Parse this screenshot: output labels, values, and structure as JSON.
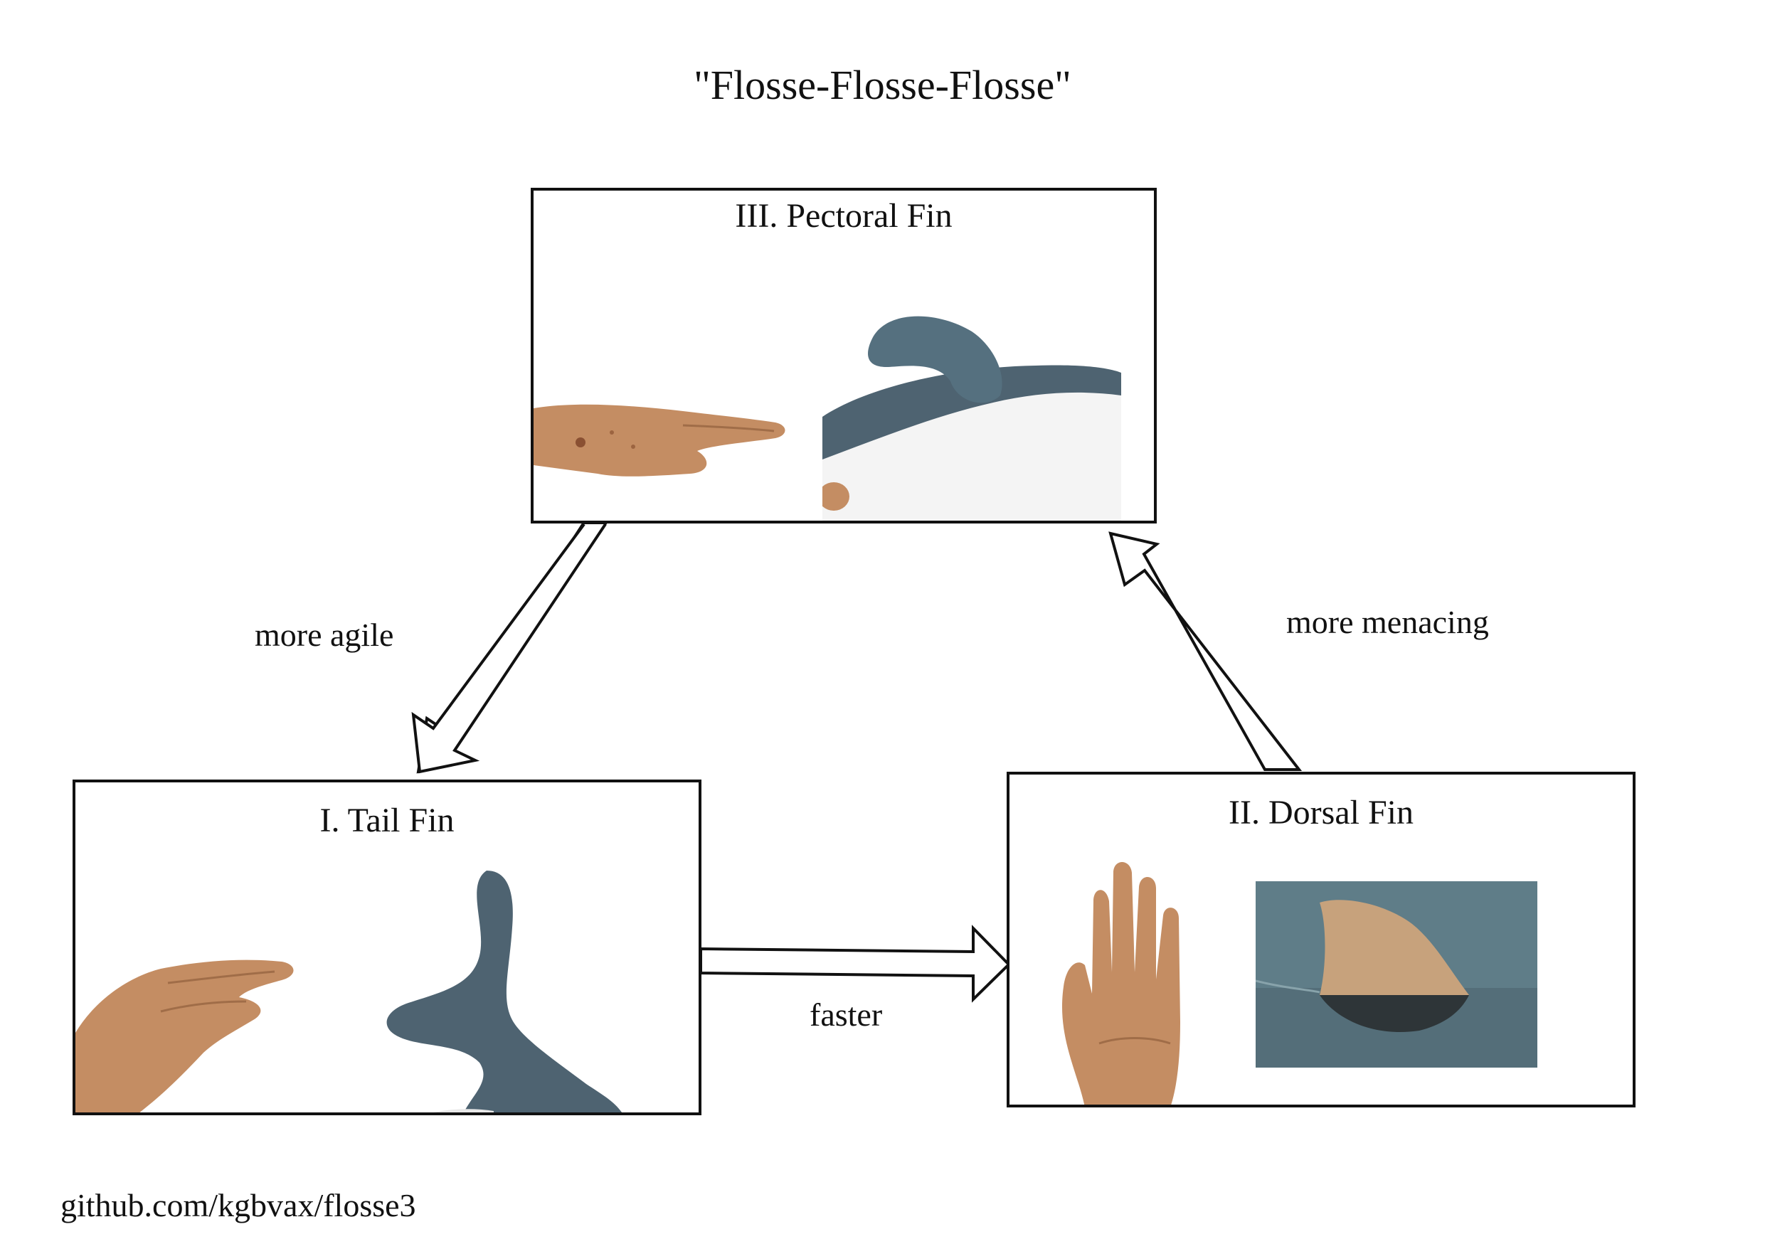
{
  "title": "\"Flosse-Flosse-Flosse\"",
  "nodes": {
    "pectoral": {
      "label": "III. Pectoral Fin"
    },
    "tail": {
      "label": "I. Tail Fin"
    },
    "dorsal": {
      "label": "II. Dorsal Fin"
    }
  },
  "edges": {
    "pectoral_to_tail": {
      "label": "more agile"
    },
    "tail_to_dorsal": {
      "label": "faster"
    },
    "dorsal_to_pectoral": {
      "label": "more menacing"
    }
  },
  "footer": "github.com/kgbvax/flosse3",
  "colors": {
    "plush_body": "#4e6371",
    "plush_belly": "#f4f4f4",
    "skin": "#c48d63",
    "water": "#5f7d88",
    "shark_fin": "#c7a27c"
  }
}
